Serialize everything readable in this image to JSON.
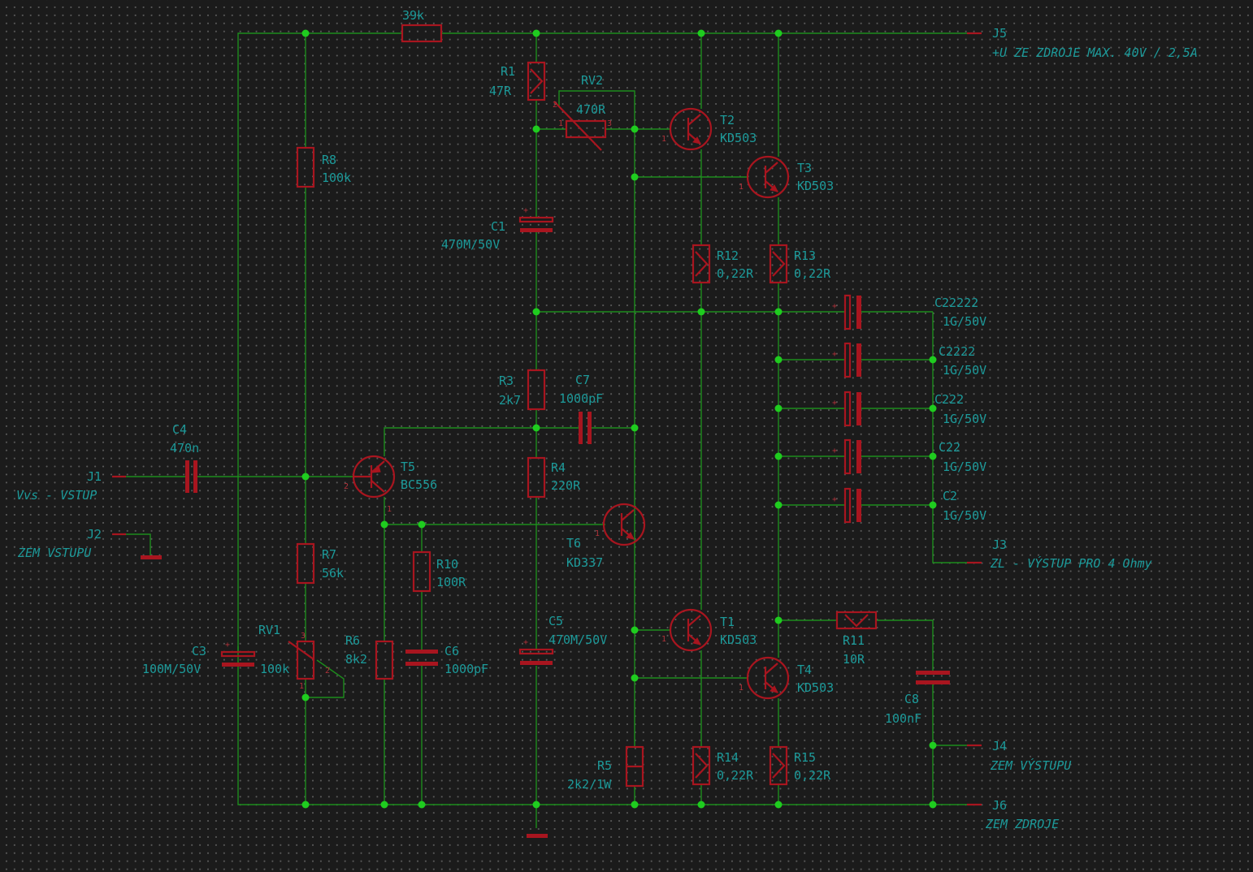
{
  "components": {
    "r39k": {
      "value": "39k"
    },
    "R1": {
      "ref": "R1",
      "value": "47R"
    },
    "RV2": {
      "ref": "RV2",
      "value": "470R"
    },
    "R8": {
      "ref": "R8",
      "value": "100k"
    },
    "C1": {
      "ref": "C1",
      "value": "470M/50V"
    },
    "T2": {
      "ref": "T2",
      "value": "KD503"
    },
    "T3": {
      "ref": "T3",
      "value": "KD503"
    },
    "R12": {
      "ref": "R12",
      "value": "0,22R"
    },
    "R13": {
      "ref": "R13",
      "value": "0,22R"
    },
    "C22222": {
      "ref": "C22222",
      "value": "1G/50V"
    },
    "C2222": {
      "ref": "C2222",
      "value": "1G/50V"
    },
    "C222": {
      "ref": "C222",
      "value": "1G/50V"
    },
    "C22": {
      "ref": "C22",
      "value": "1G/50V"
    },
    "C2": {
      "ref": "C2",
      "value": "1G/50V"
    },
    "R3": {
      "ref": "R3",
      "value": "2k7"
    },
    "C7": {
      "ref": "C7",
      "value": "1000pF"
    },
    "C4": {
      "ref": "C4",
      "value": "470n"
    },
    "T5": {
      "ref": "T5",
      "value": "BC556"
    },
    "R4": {
      "ref": "R4",
      "value": "220R"
    },
    "T6": {
      "ref": "T6",
      "value": "KD337"
    },
    "R7": {
      "ref": "R7",
      "value": "56k"
    },
    "R10": {
      "ref": "R10",
      "value": "100R"
    },
    "RV1": {
      "ref": "RV1",
      "value": "100k"
    },
    "C3": {
      "ref": "C3",
      "value": "100M/50V"
    },
    "R6": {
      "ref": "R6",
      "value": "8k2"
    },
    "C6": {
      "ref": "C6",
      "value": "1000pF"
    },
    "C5": {
      "ref": "C5",
      "value": "470M/50V"
    },
    "T1": {
      "ref": "T1",
      "value": "KD503"
    },
    "T4": {
      "ref": "T4",
      "value": "KD503"
    },
    "R11": {
      "ref": "R11",
      "value": "10R"
    },
    "C8": {
      "ref": "C8",
      "value": "100nF"
    },
    "R5": {
      "ref": "R5",
      "value": "2k2/1W"
    },
    "R14": {
      "ref": "R14",
      "value": "0,22R"
    },
    "R15": {
      "ref": "R15",
      "value": "0,22R"
    }
  },
  "connectors": {
    "J1": {
      "ref": "J1",
      "label": "Vvs - VSTUP"
    },
    "J2": {
      "ref": "J2",
      "label": "ZEM VSTUPU"
    },
    "J3": {
      "ref": "J3",
      "label": "ZL - VÝSTUP PRO 4 Ohmy"
    },
    "J4": {
      "ref": "J4",
      "label": "ZEM VÝSTUPU"
    },
    "J5": {
      "ref": "J5",
      "label": "+U ZE ZDROJE MAX. 40V / 2,5A"
    },
    "J6": {
      "ref": "J6",
      "label": "ZEM ZDROJE"
    }
  },
  "pins": {
    "one": "1",
    "two": "2",
    "three": "3",
    "plus": "+"
  },
  "colors": {
    "wire": "#1c8c1c",
    "symbol": "#a8151f",
    "text": "#1c9a9a",
    "background": "#1b1b1b"
  }
}
